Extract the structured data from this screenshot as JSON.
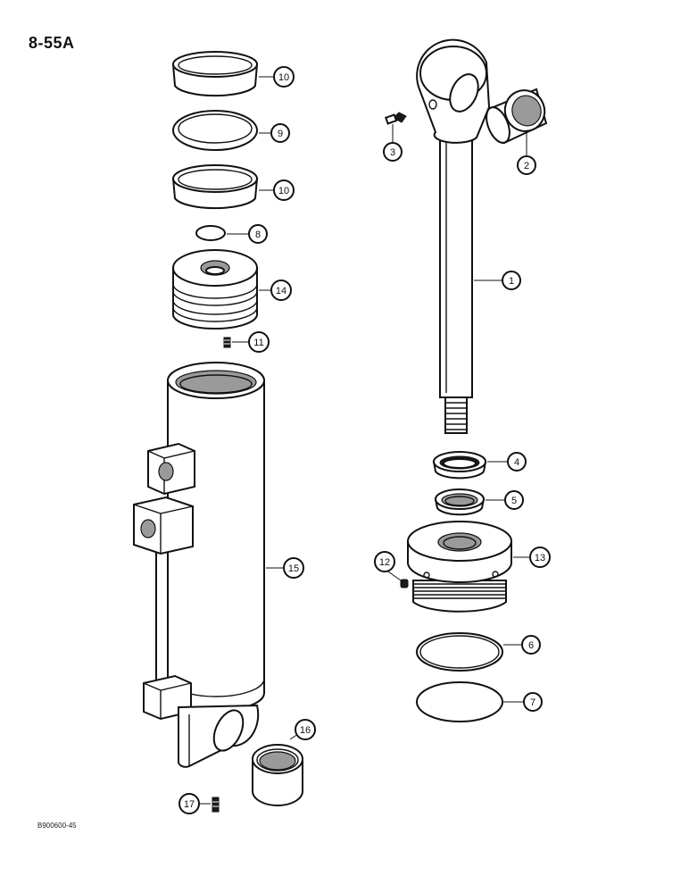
{
  "page_number": "8-55A",
  "figure_code": "B900600-45",
  "colors": {
    "ink": "#111111",
    "shade": "#9a9a9a",
    "paper": "#ffffff"
  },
  "callouts": [
    {
      "num": "1"
    },
    {
      "num": "2"
    },
    {
      "num": "3"
    },
    {
      "num": "4"
    },
    {
      "num": "5"
    },
    {
      "num": "6"
    },
    {
      "num": "7"
    },
    {
      "num": "8"
    },
    {
      "num": "9"
    },
    {
      "num": "10"
    },
    {
      "num": "10"
    },
    {
      "num": "11"
    },
    {
      "num": "12"
    },
    {
      "num": "13"
    },
    {
      "num": "14"
    },
    {
      "num": "15"
    },
    {
      "num": "16"
    },
    {
      "num": "17"
    }
  ]
}
